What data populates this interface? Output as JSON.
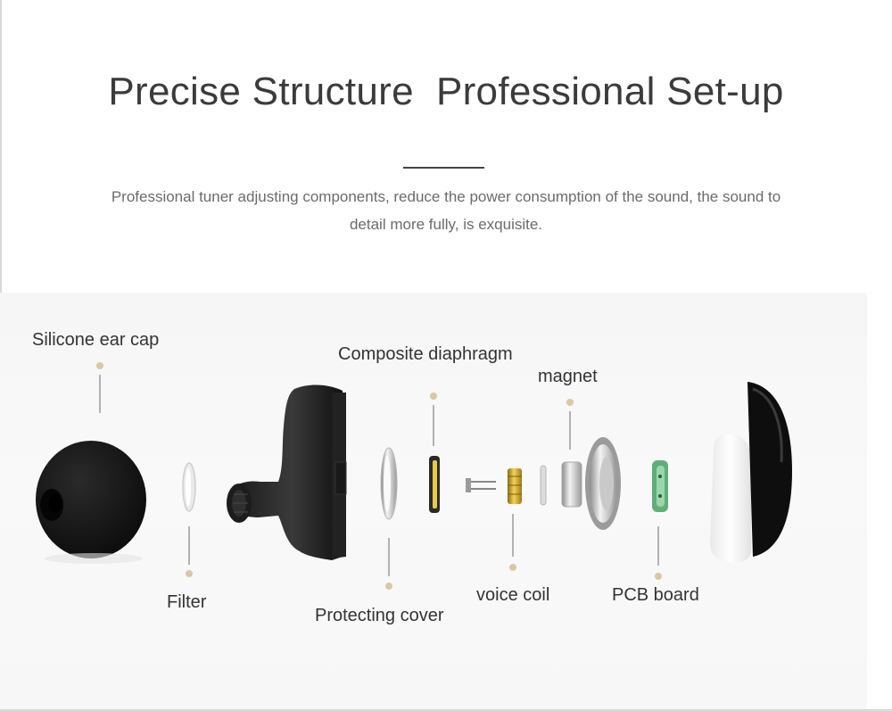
{
  "header": {
    "title": "Precise Structure  Professional Set-up",
    "subtitle": "Professional tuner adjusting components, reduce the power consumption of the sound, the sound to detail more fully, is exquisite."
  },
  "diagram": {
    "labels": {
      "silicone_ear_cap": "Silicone ear cap",
      "filter": "Filter",
      "protecting_cover": "Protecting cover",
      "composite_diaphragm": "Composite diaphragm",
      "magnet": "magnet",
      "voice_coil": "voice coil",
      "pcb_board": "PCB board"
    },
    "colors": {
      "leader_dot": "#d9c8a6",
      "leader_line": "#9a9a9a",
      "ear_cap": "#151515",
      "voice_coil_gold": "#c9a21c",
      "pcb_green": "#6fbf8a"
    }
  }
}
